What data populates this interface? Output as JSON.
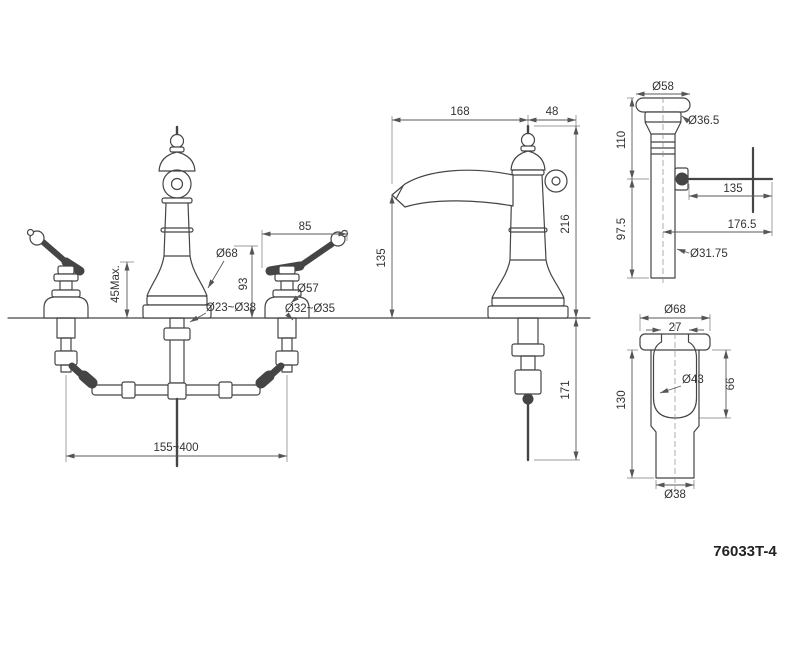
{
  "model_number": "76033T-4",
  "front_view": {
    "dim_lever": "85",
    "dim_base_dia": "Ø68",
    "dim_height": "93",
    "dim_handle_base_dia": "Ø57",
    "dim_deck_max": "45Max.",
    "dim_center_hole": "Ø23~Ø38",
    "dim_side_hole": "Ø32~Ø35",
    "dim_spread": "155~400"
  },
  "side_view": {
    "dim_reach": "168",
    "dim_back": "48",
    "dim_spout_height": "135",
    "dim_total_height": "216",
    "dim_below_deck": "171"
  },
  "drain_view": {
    "dim_cap": "Ø58",
    "dim_flange": "Ø36.5",
    "dim_upper": "110",
    "dim_lower": "97.5",
    "dim_rod": "135",
    "dim_rod_total": "176.5",
    "dim_tube": "Ø31.75"
  },
  "flange_view": {
    "dim_outer": "Ø68",
    "dim_opening": "27",
    "dim_cup_depth": "66",
    "dim_inner": "Ø43",
    "dim_length": "130",
    "dim_tail": "Ø38"
  }
}
